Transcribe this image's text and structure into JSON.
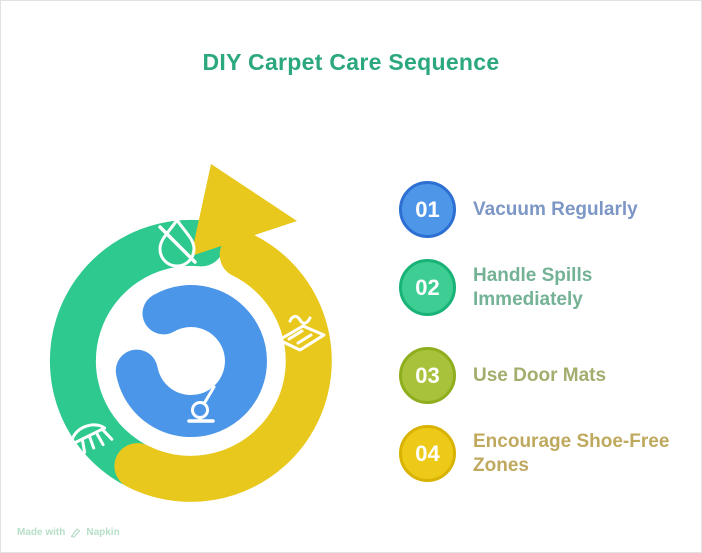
{
  "title": "DIY Carpet Care Sequence",
  "title_color": "#2ba87d",
  "steps": [
    {
      "number": "01",
      "label": "Vacuum Regularly",
      "fill": "#4e97e8",
      "border": "#2d6fd2",
      "label_color": "#7c97c6"
    },
    {
      "number": "02",
      "label": "Handle Spills Immediately",
      "fill": "#3ecd92",
      "border": "#19b377",
      "label_color": "#74b295"
    },
    {
      "number": "03",
      "label": "Use Door Mats",
      "fill": "#a8c23b",
      "border": "#8fae1e",
      "label_color": "#a3ae6e"
    },
    {
      "number": "04",
      "label": "Encourage Shoe-Free Zones",
      "fill": "#eeca18",
      "border": "#d9b303",
      "label_color": "#bfa95e"
    }
  ],
  "diagram": {
    "colors": {
      "green": "#2ec98e",
      "blue": "#4b96e8",
      "yellow": "#e9c81d"
    },
    "icon_names": [
      "no-water-drop-icon",
      "vacuum-icon",
      "door-mat-icon",
      "brush-icon"
    ]
  },
  "watermark": {
    "prefix": "Made with",
    "brand": "Napkin",
    "color": "#b7dfc8"
  }
}
